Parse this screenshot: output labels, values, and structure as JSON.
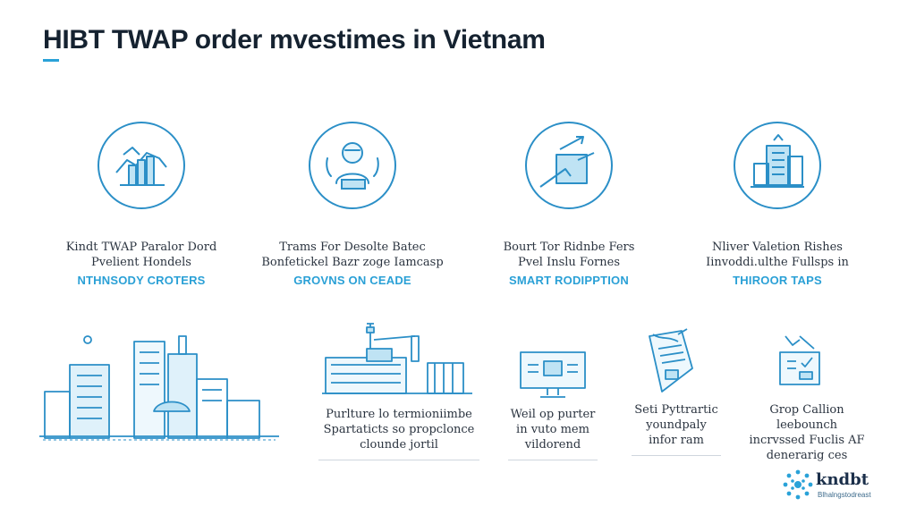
{
  "title": "HIBT TWAP order mvestimes in Vietnam",
  "colors": {
    "accent": "#2aa2d8",
    "text": "#152230",
    "line": "#2b8fc7"
  },
  "features": [
    {
      "icon": "chart-icon",
      "line1": "Kindt TWAP Paralor Dord",
      "line2": "Pvelient Hondels",
      "caption": "NTHNSODY CROTERS"
    },
    {
      "icon": "person-icon",
      "line1": "Trams For Desolte Batec",
      "line2": "Bonfetickel Bazr zoge Iamcasp",
      "caption": "GROVNS ON CEADE"
    },
    {
      "icon": "money-icon",
      "line1": "Bourt Tor Ridnbe Fers",
      "line2": "Pvel Inslu Fornes",
      "caption": "SMART RODIPPTION"
    },
    {
      "icon": "city-icon",
      "line1": "Nliver Valetion Rishes",
      "line2": "Iinvoddi.ulthe Fullsps in",
      "caption": "THIROOR TAPS"
    }
  ],
  "info": [
    {
      "icon": "factory-icon",
      "lines": [
        "Purlture lo termioniimbe",
        "Spartaticts so propclonce",
        "clounde jortil"
      ]
    },
    {
      "icon": "monitor-icon",
      "lines": [
        "Weil op purter",
        "in vuto mem",
        "vildorend"
      ]
    },
    {
      "icon": "document-icon",
      "lines": [
        "Seti Pyttrartic",
        "youndpaly",
        "infor ram"
      ]
    },
    {
      "icon": "checklist-icon",
      "lines": [
        "Grop Callion leebounch",
        "incrvssed Fuclis AF",
        "denerarig ces"
      ]
    }
  ],
  "logo": {
    "brand": "kndbt",
    "tagline": "Blhalngstodreast"
  }
}
